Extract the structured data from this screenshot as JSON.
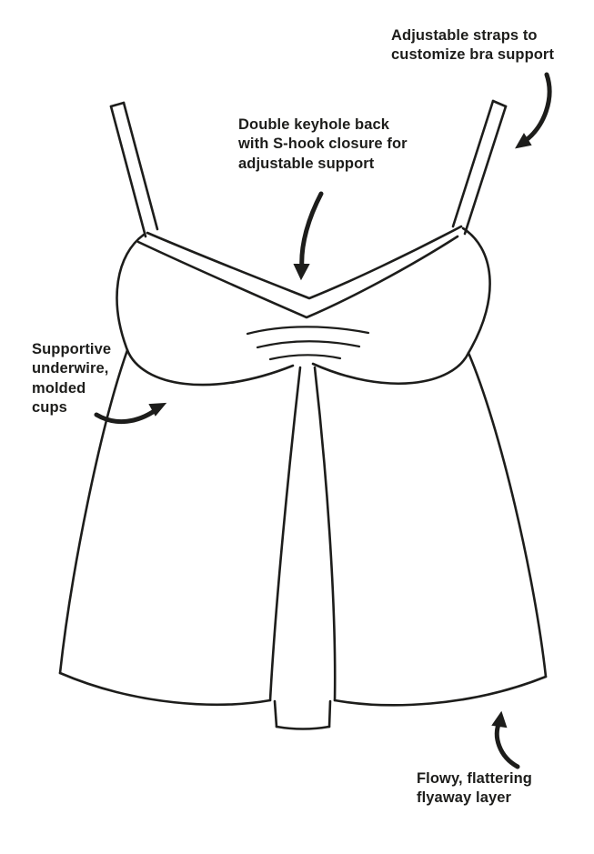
{
  "colors": {
    "ink": "#1d1d1b",
    "background": "#ffffff"
  },
  "illustration": {
    "subject": "tankini-top-front-line-drawing"
  },
  "annotations": {
    "straps": {
      "text": "Adjustable straps to\ncustomize bra support"
    },
    "keyhole": {
      "text": "Double keyhole back\nwith S-hook closure for\nadjustable support"
    },
    "underwire": {
      "text": "Supportive\nunderwire,\nmolded\ncups"
    },
    "flyaway": {
      "text": "Flowy, flattering\nflyaway layer"
    }
  }
}
